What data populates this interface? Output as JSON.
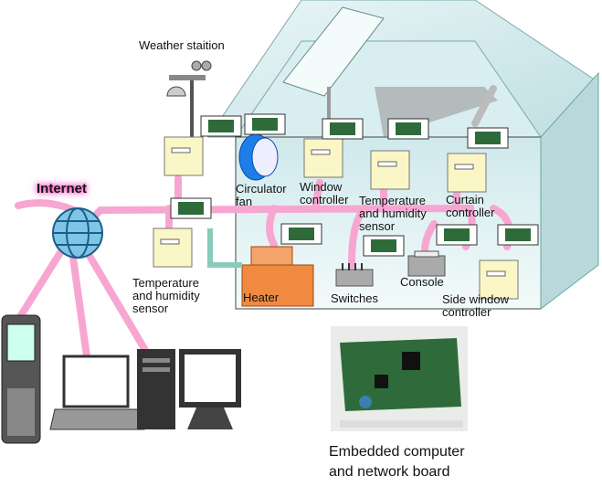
{
  "labels": {
    "weather_station": "Weather staition",
    "internet": "Internet",
    "circulator_fan": [
      "Circulator",
      "fan"
    ],
    "window_controller": [
      "Window",
      "controller"
    ],
    "temp_sensor_inside": [
      "Temperature",
      "and humidity",
      "sensor"
    ],
    "curtain_controller": [
      "Curtain",
      "controller"
    ],
    "temp_sensor_outside": [
      "Temperature",
      "and humidity",
      "sensor"
    ],
    "heater": "Heater",
    "switches": "Switches",
    "console": "Console",
    "side_window_controller": [
      "Side window",
      "controller"
    ],
    "board_caption": [
      "Embedded computer",
      "and network board"
    ]
  },
  "colors": {
    "network_line": "#f7a6d2",
    "greenhouse": "#d8eef0",
    "controller_box": "#fbf6c6",
    "heater": "#f08a40",
    "fan": "#1e7ee8",
    "board": "#2f6b3a"
  }
}
